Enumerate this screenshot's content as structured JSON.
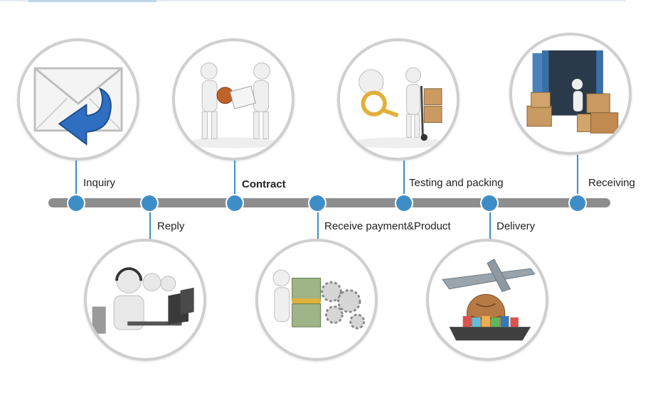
{
  "steps": [
    {
      "id": "inquiry",
      "label": "Inquiry",
      "position": "top",
      "icon": "envelope-reply-icon"
    },
    {
      "id": "reply",
      "label": "Reply",
      "position": "bottom",
      "icon": "call-center-icon"
    },
    {
      "id": "contract",
      "label": "Contract",
      "position": "top",
      "icon": "handshake-contract-icon"
    },
    {
      "id": "receive",
      "label": "Receive payment&Product",
      "position": "bottom",
      "icon": "money-gears-icon"
    },
    {
      "id": "testing",
      "label": "Testing and packing",
      "position": "top",
      "icon": "inspection-boxes-icon"
    },
    {
      "id": "delivery",
      "label": "Delivery",
      "position": "bottom",
      "icon": "plane-ship-globe-icon"
    },
    {
      "id": "receiving",
      "label": "Receiving",
      "position": "top",
      "icon": "container-boxes-icon"
    }
  ],
  "colors": {
    "timeline": "#8d8d8d",
    "node": "#3f8dc6",
    "circle_border": "#cfcfcf"
  }
}
